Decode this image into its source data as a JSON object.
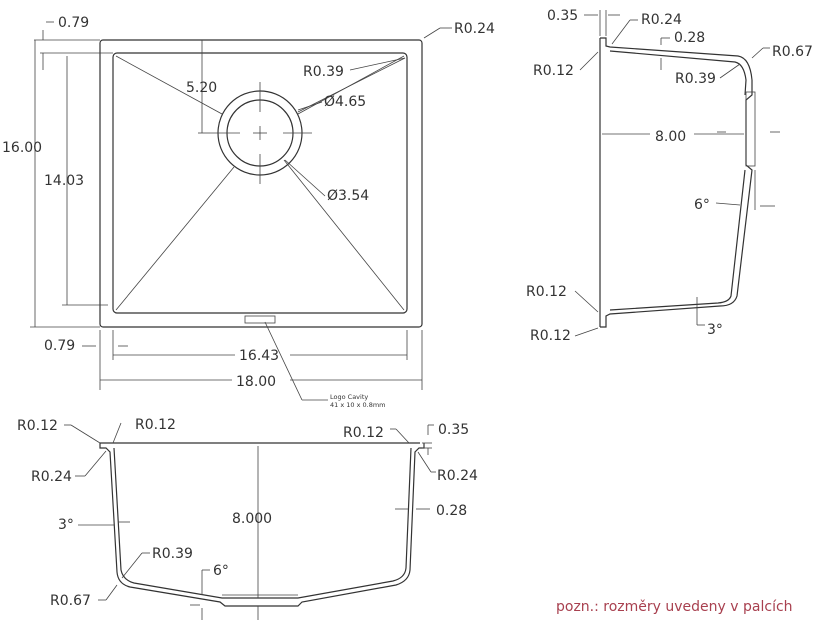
{
  "top_view": {
    "labels": [
      "0.79",
      "16.00",
      "14.03",
      "5.20",
      "R0.39",
      "Ø4.65",
      "Ø3.54",
      "R0.24",
      "0.79",
      "16.43",
      "18.00"
    ],
    "logo_cavity": {
      "title": "Logo Cavity",
      "size": "41 x 10 x 0.8mm"
    }
  },
  "side_view": {
    "labels": [
      "0.35",
      "R0.24",
      "0.28",
      "R0.12",
      "R0.67",
      "R0.39",
      "8.00",
      "6°",
      "R0.12",
      "R0.12",
      "3°"
    ]
  },
  "front_view": {
    "labels": [
      "R0.12",
      "R0.12",
      "R0.24",
      "3°",
      "8.000",
      "R0.39",
      "6°",
      "R0.67",
      "R0.12",
      "0.35",
      "R0.24",
      "0.28"
    ]
  },
  "note": "pozn.: rozměry uvedeny v palcích",
  "colors": {
    "line": "#333333",
    "note": "#a8404f"
  }
}
